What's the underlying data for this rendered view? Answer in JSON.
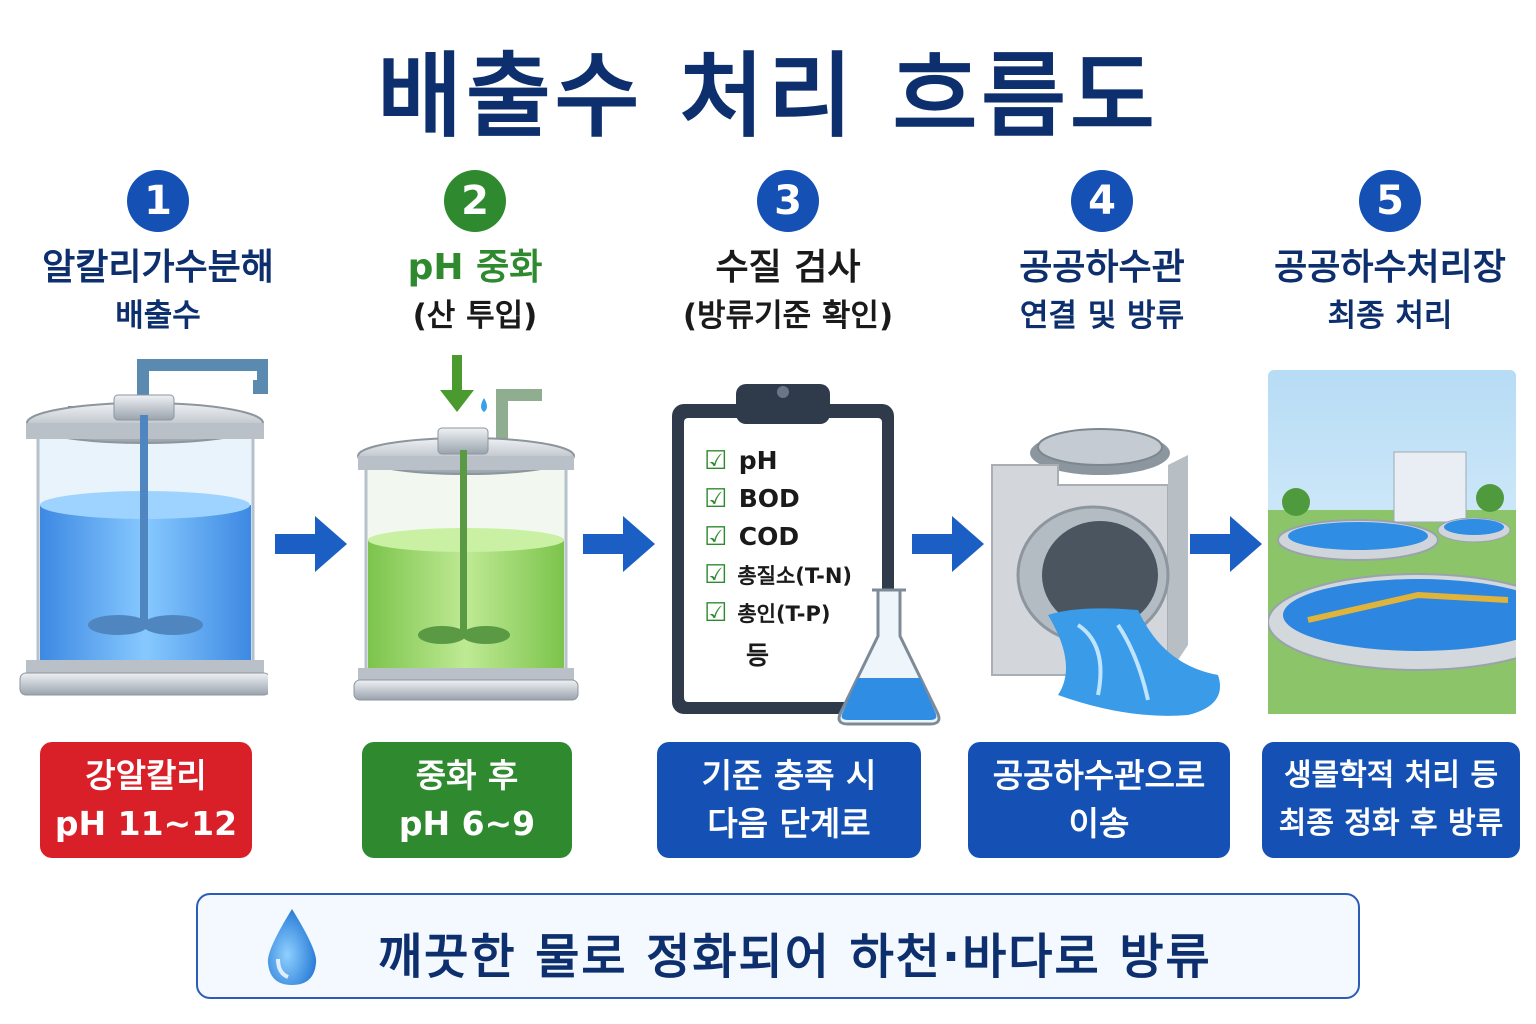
{
  "title": "배출수 처리 흐름도",
  "steps": [
    {
      "number": "1",
      "title": "알칼리가수분해",
      "subtitle": "배출수",
      "box_line1": "강알칼리",
      "box_line2": "pH 11~12"
    },
    {
      "number": "2",
      "title": "pH 중화",
      "subtitle": "(산 투입)",
      "box_line1": "중화 후",
      "box_line2": "pH 6~9"
    },
    {
      "number": "3",
      "title": "수질 검사",
      "subtitle": "(방류기준 확인)",
      "box_line1": "기준 충족 시",
      "box_line2": "다음 단계로"
    },
    {
      "number": "4",
      "title": "공공하수관",
      "subtitle": "연결 및 방류",
      "box_line1": "공공하수관으로",
      "box_line2": "이송"
    },
    {
      "number": "5",
      "title": "공공하수처리장",
      "subtitle": "최종 처리",
      "box_line1": "생물학적 처리 등",
      "box_line2": "최종 정화 후 방류"
    }
  ],
  "checklist": [
    "pH",
    "BOD",
    "COD",
    "총질소(T-N)",
    "총인(T-P)",
    "등"
  ],
  "banner": "깨끗한 물로 정화되어 하천·바다로 방류",
  "colors": {
    "navy": "#0d2f6e",
    "blue": "#1550b4",
    "green": "#2f8a2f",
    "red": "#d92028"
  },
  "icons": [
    "stirred-tank-icon",
    "neutralization-tank-icon",
    "clipboard-icon",
    "flask-icon",
    "sewer-pipe-icon",
    "treatment-plant-icon",
    "arrow-right-icon",
    "water-drop-icon"
  ]
}
